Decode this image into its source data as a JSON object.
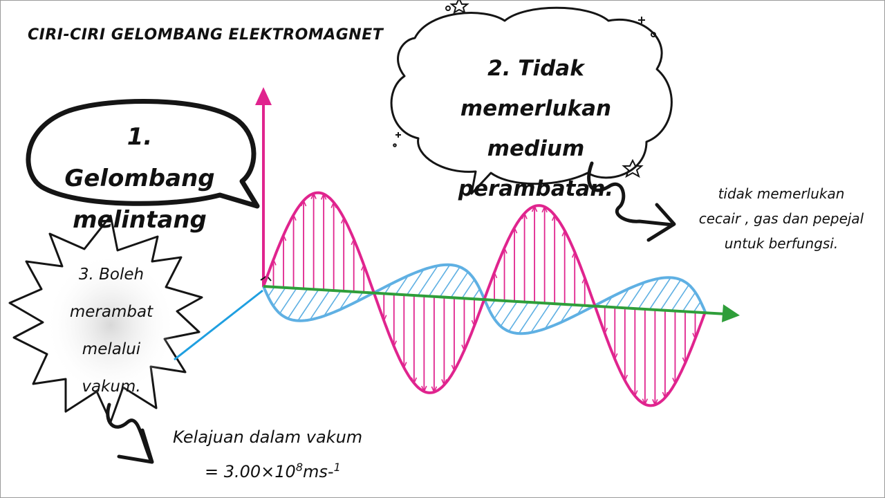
{
  "title": "CIRI-CIRI GELOMBANG ELEKTROMAGNET",
  "bubble1": {
    "line1": "1. Gelombang",
    "line2": "melintang"
  },
  "cloud": {
    "line1": "2. Tidak",
    "line2": "memerlukan medium",
    "line3": "perambatan."
  },
  "burst": {
    "line1": "3. Boleh",
    "line2": "merambat",
    "line3": "melalui",
    "line4": "vakum."
  },
  "note_right": {
    "line1": "tidak memerlukan",
    "line2": "cecair , gas dan pepejal",
    "line3": "untuk  berfungsi."
  },
  "speed": {
    "line1": "Kelajuan dalam vakum",
    "prefix": "= 3.00×10",
    "exponent": "8",
    "unit": "ms-",
    "unit_exponent": "1"
  },
  "colors": {
    "electric": "#e0248e",
    "magnetic": "#5fb0e3",
    "axis": "#2f9e3a",
    "ink": "#1a1a1a"
  }
}
